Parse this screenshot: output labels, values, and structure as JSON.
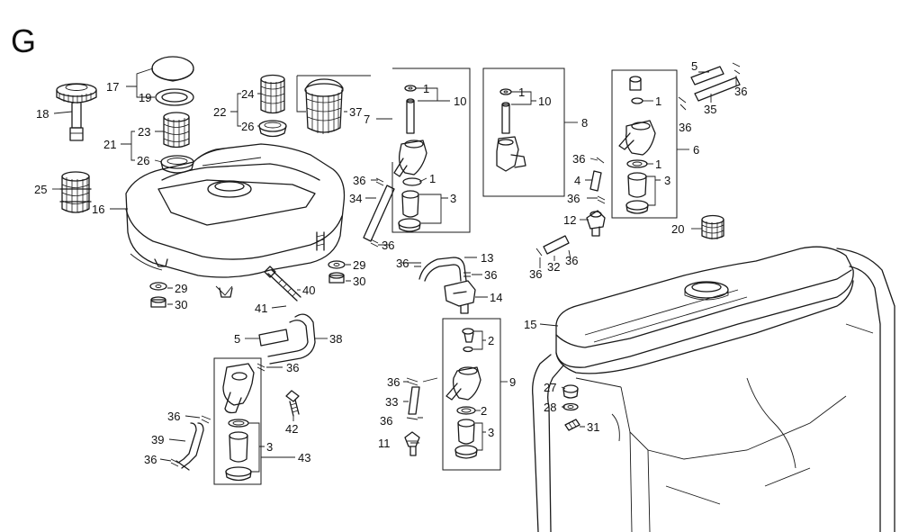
{
  "diagram": {
    "section_letter": "G",
    "labels": {
      "n1": "1",
      "n2": "2",
      "n3": "3",
      "n4": "4",
      "n5": "5",
      "n6": "6",
      "n7": "7",
      "n8": "8",
      "n9": "9",
      "n10": "10",
      "n11": "11",
      "n12": "12",
      "n13": "13",
      "n14": "14",
      "n15": "15",
      "n16": "16",
      "n17": "17",
      "n18": "18",
      "n19": "19",
      "n20": "20",
      "n21": "21",
      "n22": "22",
      "n23": "23",
      "n24": "24",
      "n25": "25",
      "n26": "26",
      "n27": "27",
      "n28": "28",
      "n29": "29",
      "n30": "30",
      "n31": "31",
      "n32": "32",
      "n33": "33",
      "n34": "34",
      "n35": "35",
      "n36": "36",
      "n37": "37",
      "n38": "38",
      "n39": "39",
      "n40": "40",
      "n41": "41",
      "n42": "42",
      "n43": "43"
    },
    "colors": {
      "ink": "#1a1a1a",
      "paper": "#ffffff"
    }
  }
}
